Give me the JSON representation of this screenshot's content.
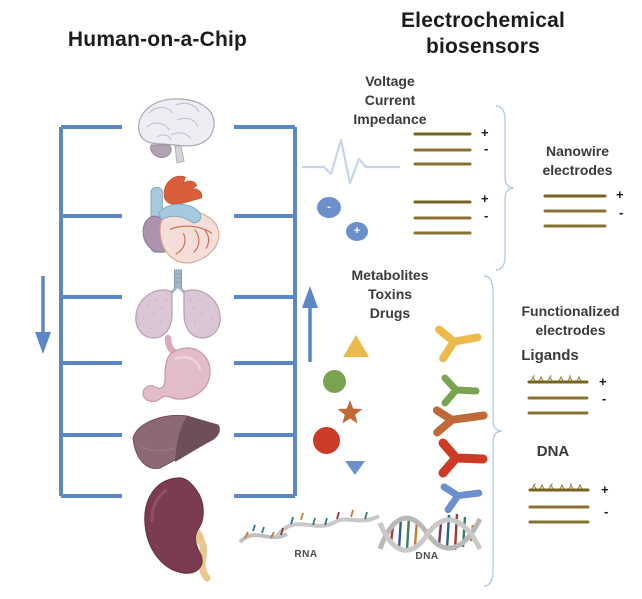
{
  "left": {
    "title": "Human-on-a-Chip",
    "organs": [
      "brain",
      "heart",
      "lungs",
      "stomach",
      "liver",
      "kidney"
    ]
  },
  "right": {
    "title": [
      "Electrochemical",
      "biosensors"
    ],
    "signal_labels": [
      "Voltage",
      "Current",
      "Impedance"
    ],
    "analyte_labels": [
      "Metabolites",
      "Toxins",
      "Drugs"
    ],
    "nanowire_label": [
      "Nanowire",
      "electrodes"
    ],
    "functionalized_label": [
      "Functionalized",
      "electrodes"
    ],
    "ligands_label": "Ligands",
    "dna_section_label": "DNA",
    "electrode_plus": "+",
    "electrode_minus": "-",
    "ion_negative": "-",
    "ion_positive": "+"
  },
  "strands": {
    "rna": "RNA",
    "dna": "DNA"
  },
  "colors": {
    "accent_blue": "#5b87c4",
    "pale_blue": "#c7d5ea",
    "electrode_gold": "#86702f",
    "yellow": "#ecba4a",
    "green": "#7aa351",
    "orange": "#c06a38",
    "red": "#cd3a26",
    "text": "#1c1c1c"
  }
}
